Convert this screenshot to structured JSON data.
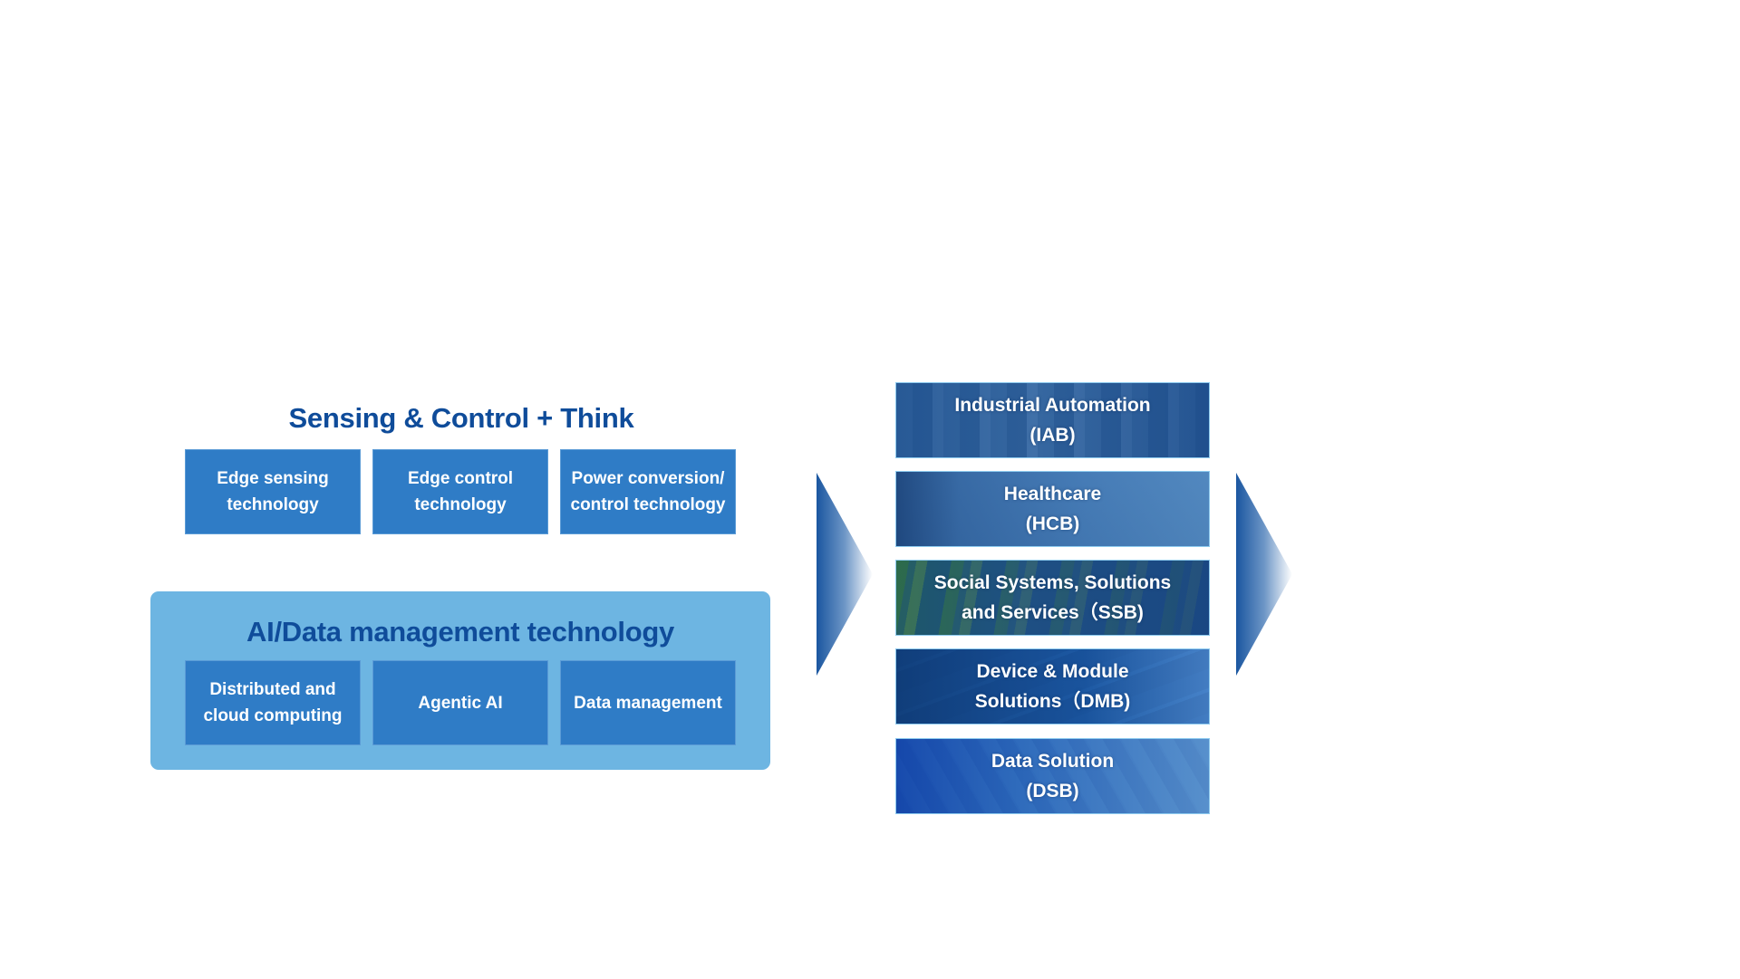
{
  "left": {
    "sensing_title": "Sensing & Control + Think",
    "sensing_items": [
      "Edge sensing\ntechnology",
      "Edge control\ntechnology",
      "Power conversion/\ncontrol technology"
    ],
    "ai_title": "AI/Data management technology",
    "ai_items": [
      "Distributed and\ncloud computing",
      "Agentic AI",
      "Data management"
    ]
  },
  "arrows": [
    "arrow-right-icon",
    "arrow-right-icon"
  ],
  "business_units": [
    {
      "label": "Industrial Automation\n(IAB)"
    },
    {
      "label": "Healthcare\n(HCB)"
    },
    {
      "label": "Social Systems, Solutions\nand Services（SSB)"
    },
    {
      "label": "Device & Module\nSolutions（DMB)"
    },
    {
      "label": "Data Solution\n(DSB)"
    }
  ],
  "colors": {
    "title": "#0f4c9a",
    "box": "#2f7cc6",
    "panel": "#6db5e2",
    "arrow_dark": "#1a56a0"
  }
}
